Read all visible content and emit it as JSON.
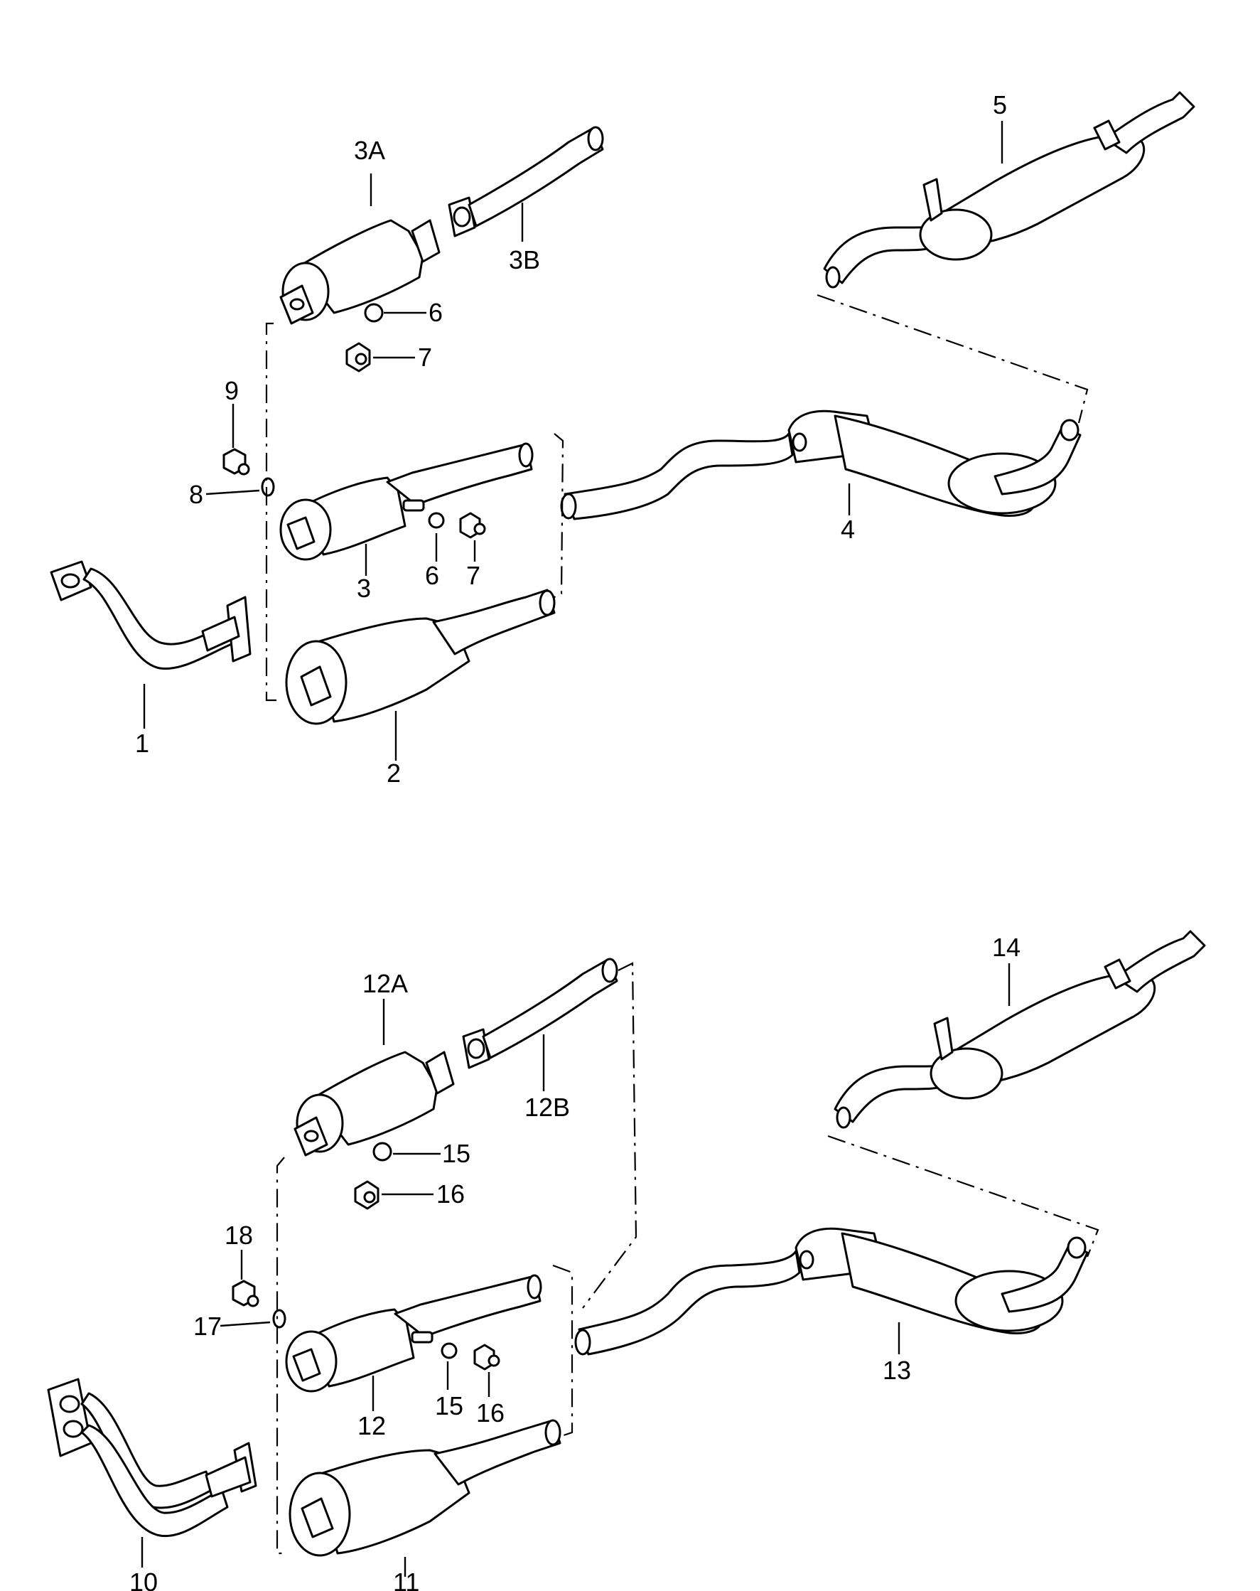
{
  "labels": {
    "p1": "1",
    "p2": "2",
    "p3": "3",
    "p3a": "3A",
    "p3b": "3B",
    "p4": "4",
    "p5": "5",
    "p6a": "6",
    "p6b": "6",
    "p7a": "7",
    "p7b": "7",
    "p8": "8",
    "p9": "9",
    "p10": "10",
    "p11": "11",
    "p12": "12",
    "p12a": "12A",
    "p12b": "12B",
    "p13": "13",
    "p14": "14",
    "p15a": "15",
    "p15b": "15",
    "p16a": "16",
    "p16b": "16",
    "p17": "17",
    "p18": "18"
  },
  "colors": {
    "line": "#000000",
    "background": "#ffffff"
  }
}
